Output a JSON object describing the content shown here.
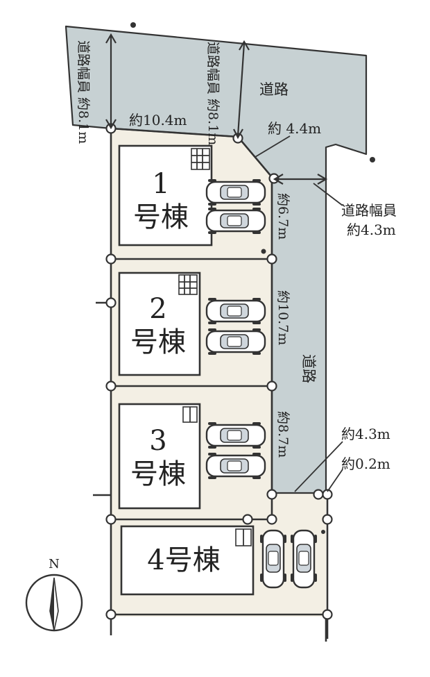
{
  "roads": {
    "north_label": "道路",
    "east_label": "道路",
    "north_width_left": "道路幅員 約8.1m",
    "north_width_right": "道路幅員 約8.1m",
    "east_width_line1": "道路幅員",
    "east_width_line2": "約4.3m"
  },
  "dimensions": {
    "north_frontage": "約10.4m",
    "corner_cut": "約 4.4m",
    "lot1_east": "約6.7m",
    "lot2_east": "約10.7m",
    "lot3_east": "約8.7m",
    "passage_width": "約4.3m",
    "passage_offset": "約0.2m"
  },
  "houses": [
    {
      "num": "1",
      "suffix": "号棟"
    },
    {
      "num": "2",
      "suffix": "号棟"
    },
    {
      "num": "3",
      "suffix": "号棟"
    },
    {
      "full": "4号棟"
    }
  ],
  "compass": {
    "north": "N"
  }
}
